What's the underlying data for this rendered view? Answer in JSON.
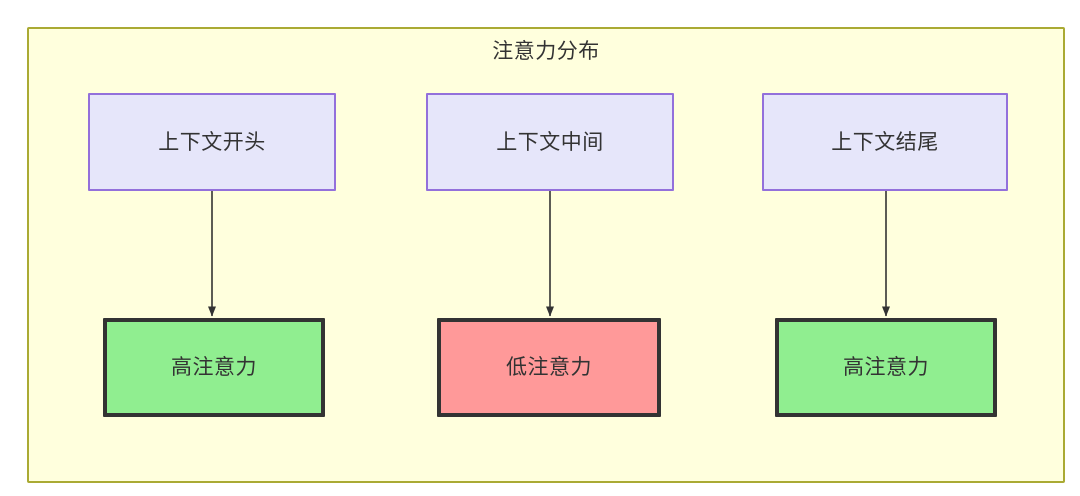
{
  "diagram": {
    "title": "注意力分布",
    "container": {
      "fill": "#ffffdd",
      "stroke": "#aaaa33"
    },
    "palette": {
      "context_fill": "#e6e6fa",
      "context_stroke": "#9370db",
      "high_attention_fill": "#90ee90",
      "low_attention_fill": "#ff9999",
      "attention_stroke": "#333333",
      "edge_color": "#333333",
      "text_color": "#333333"
    },
    "nodes": {
      "context_start": "上下文开头",
      "context_middle": "上下文中间",
      "context_end": "上下文结尾",
      "attention_start": "高注意力",
      "attention_middle": "低注意力",
      "attention_end": "高注意力"
    },
    "edges": [
      {
        "from": "context_start",
        "to": "attention_start",
        "label": ""
      },
      {
        "from": "context_middle",
        "to": "attention_middle",
        "label": ""
      },
      {
        "from": "context_end",
        "to": "attention_end",
        "label": ""
      }
    ]
  }
}
